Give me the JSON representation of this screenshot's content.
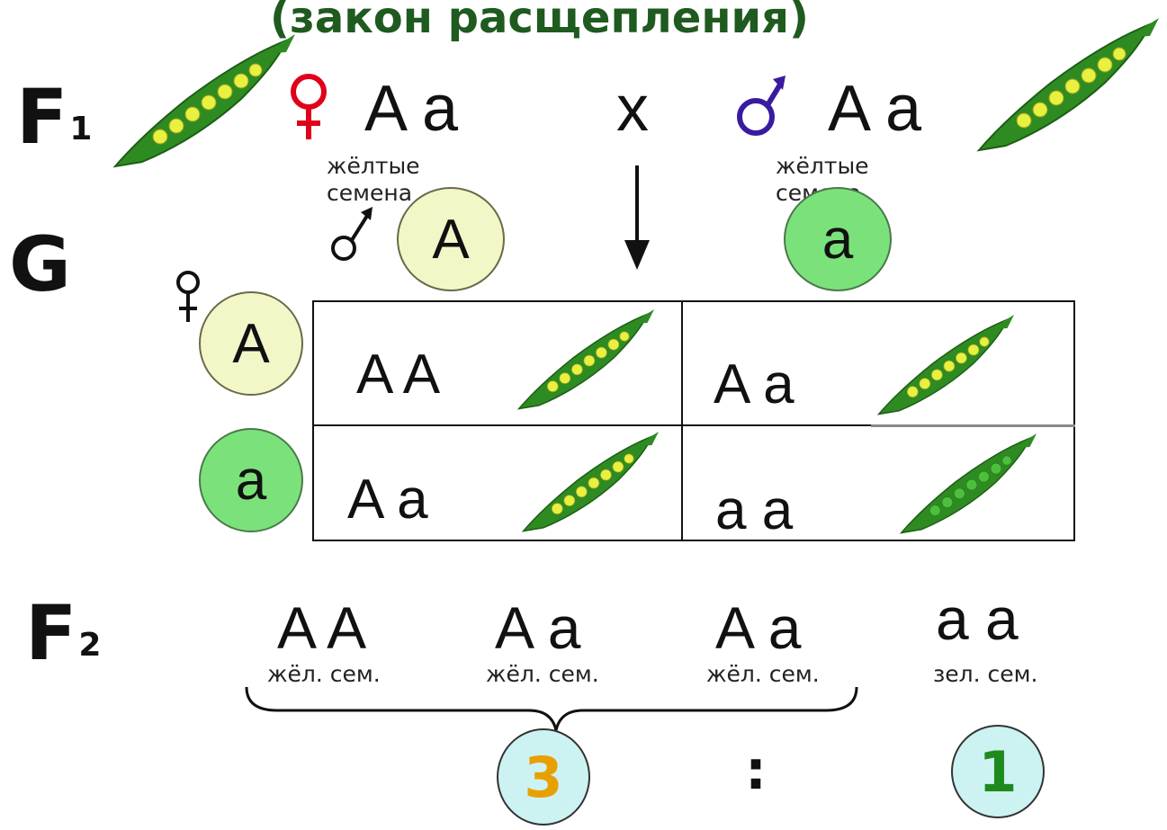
{
  "title": "(закон расщепления)",
  "f1": {
    "label": "F",
    "sub": "1",
    "female_genotype": "A a",
    "cross": "x",
    "male_genotype": "A a",
    "female_phenotype_line1": "жёлтые",
    "female_phenotype_line2": "семена",
    "male_phenotype_line1": "жёлтые",
    "male_phenotype_line2": "семена"
  },
  "g": {
    "label": "G",
    "male_gametes": [
      "A",
      "a"
    ],
    "female_gametes": [
      "A",
      "a"
    ]
  },
  "punnett": {
    "cells": [
      "A A",
      "A a",
      "A a",
      "a a"
    ]
  },
  "f2": {
    "label": "F",
    "sub": "2",
    "items": [
      {
        "genotype": "A A",
        "phenotype": "жёл. сем."
      },
      {
        "genotype": "A a",
        "phenotype": "жёл. сем."
      },
      {
        "genotype": "A a",
        "phenotype": "жёл. сем."
      },
      {
        "genotype": "a a",
        "phenotype": "зел. сем."
      }
    ]
  },
  "ratio": {
    "dominant": "3",
    "separator": ":",
    "recessive": "1",
    "dominant_color": "#e8a000",
    "recessive_color": "#1e8a1e"
  },
  "colors": {
    "title": "#1f5a1f",
    "female_symbol": "#e0001a",
    "male_symbol": "#3a1aa0",
    "pod": "#2e8b22",
    "yellow_seed": "#e8f040",
    "green_seed": "#4cc03c"
  },
  "icons": [
    "pea-pod-icon",
    "female-symbol-icon",
    "male-symbol-icon",
    "arrow-down-icon",
    "brace-icon"
  ]
}
